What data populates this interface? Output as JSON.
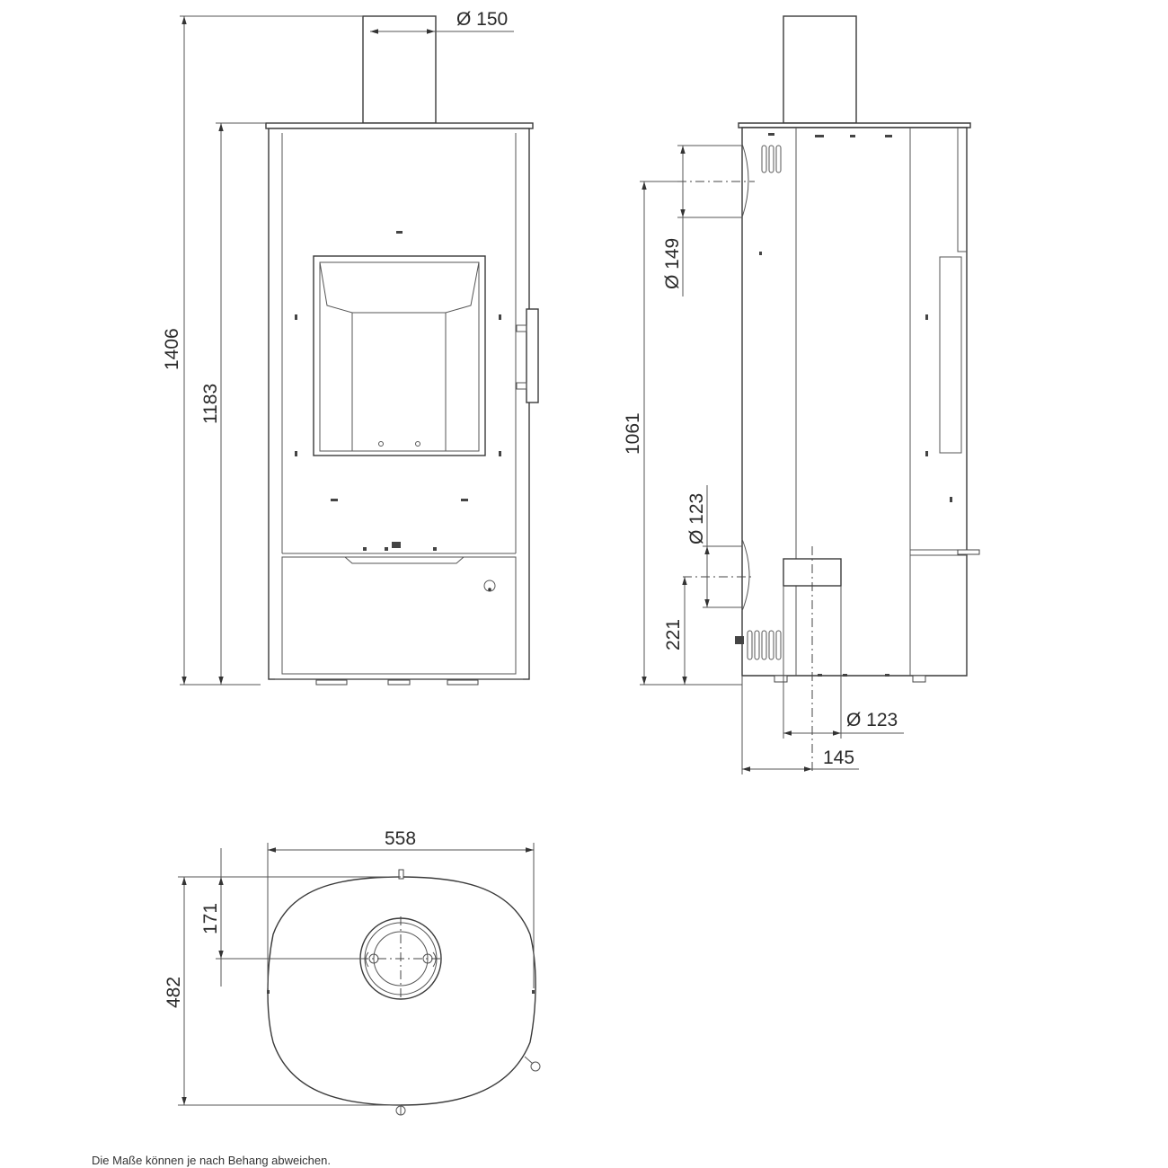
{
  "diagram": {
    "front_view": {
      "dimensions": {
        "flue_diameter": "Ø 150",
        "total_height": "1406",
        "body_height": "1183"
      }
    },
    "side_view": {
      "dimensions": {
        "rear_flue_diameter": "Ø 149",
        "rear_flue_height": "1061",
        "air_inlet_rear_diameter": "Ø 123",
        "air_inlet_rear_height": "221",
        "air_inlet_bottom_diameter": "Ø 123",
        "air_inlet_bottom_offset": "145"
      }
    },
    "top_view": {
      "dimensions": {
        "width": "558",
        "depth": "482",
        "flue_offset": "171"
      }
    }
  },
  "footnote": "Die Maße können je nach Behang abweichen."
}
